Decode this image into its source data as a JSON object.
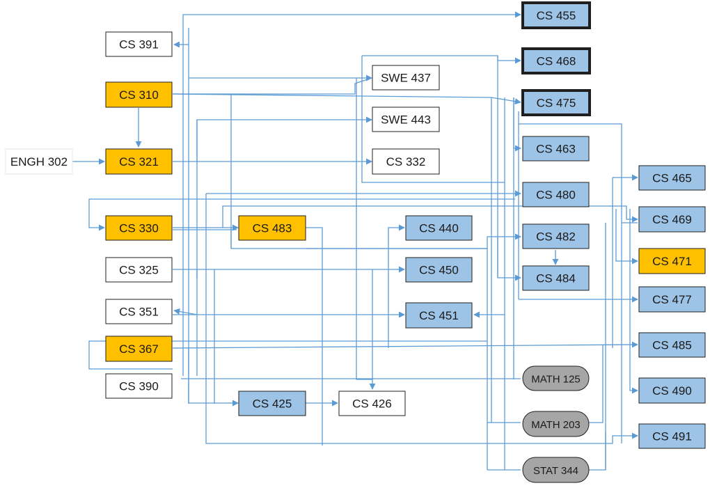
{
  "colors": {
    "white": "#ffffff",
    "gold": "#FFC000",
    "blue": "#9DC3E6",
    "gray": "#A6A6A6",
    "edge": "#5B9BD5",
    "border": "#1F1F1F"
  },
  "nodes": {
    "cs391": {
      "label": "CS 391",
      "fill": "white"
    },
    "cs310": {
      "label": "CS 310",
      "fill": "gold"
    },
    "engh302": {
      "label": "ENGH 302",
      "fill": "none"
    },
    "cs321": {
      "label": "CS 321",
      "fill": "gold"
    },
    "cs330": {
      "label": "CS 330",
      "fill": "gold"
    },
    "cs325": {
      "label": "CS 325",
      "fill": "white"
    },
    "cs351": {
      "label": "CS 351",
      "fill": "white"
    },
    "cs367": {
      "label": "CS 367",
      "fill": "gold"
    },
    "cs390": {
      "label": "CS 390",
      "fill": "white"
    },
    "cs483": {
      "label": "CS 483",
      "fill": "gold"
    },
    "cs425": {
      "label": "CS 425",
      "fill": "blue"
    },
    "cs426": {
      "label": "CS 426",
      "fill": "white"
    },
    "swe437": {
      "label": "SWE 437",
      "fill": "white"
    },
    "swe443": {
      "label": "SWE 443",
      "fill": "white"
    },
    "cs332": {
      "label": "CS 332",
      "fill": "white"
    },
    "cs440": {
      "label": "CS 440",
      "fill": "blue"
    },
    "cs450": {
      "label": "CS 450",
      "fill": "blue"
    },
    "cs451": {
      "label": "CS 451",
      "fill": "blue"
    },
    "cs455": {
      "label": "CS 455",
      "fill": "blue"
    },
    "cs468": {
      "label": "CS 468",
      "fill": "blue"
    },
    "cs475": {
      "label": "CS 475",
      "fill": "blue"
    },
    "cs463": {
      "label": "CS 463",
      "fill": "blue"
    },
    "cs480": {
      "label": "CS 480",
      "fill": "blue"
    },
    "cs482": {
      "label": "CS 482",
      "fill": "blue"
    },
    "cs484": {
      "label": "CS 484",
      "fill": "blue"
    },
    "math125": {
      "label": "MATH 125",
      "fill": "gray"
    },
    "math203": {
      "label": "MATH 203",
      "fill": "gray"
    },
    "stat344": {
      "label": "STAT 344",
      "fill": "gray"
    },
    "cs465": {
      "label": "CS 465",
      "fill": "blue"
    },
    "cs469": {
      "label": "CS 469",
      "fill": "blue"
    },
    "cs471": {
      "label": "CS 471",
      "fill": "gold"
    },
    "cs477": {
      "label": "CS 477",
      "fill": "blue"
    },
    "cs485": {
      "label": "CS 485",
      "fill": "blue"
    },
    "cs490": {
      "label": "CS 490",
      "fill": "blue"
    },
    "cs491": {
      "label": "CS 491",
      "fill": "blue"
    }
  }
}
